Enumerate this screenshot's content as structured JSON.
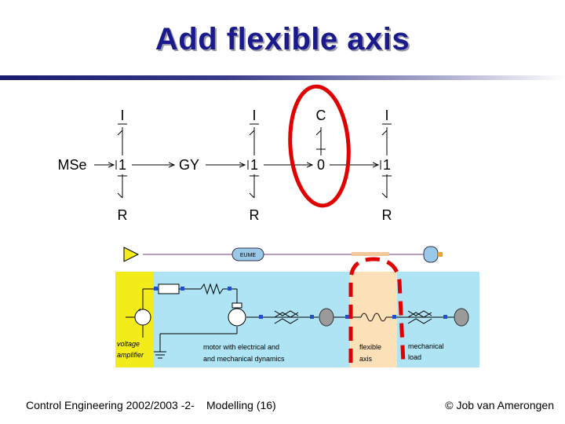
{
  "slide": {
    "title": "Add flexible axis"
  },
  "bond_graph": {
    "mse": "MSe",
    "junction1": "1",
    "gy": "GY",
    "zero_junction": "0",
    "inertia": "I",
    "resistance": "R",
    "compliance": "C"
  },
  "iconic_diagram": {
    "amplifier_label": [
      "voltage",
      "amplifier"
    ],
    "motor_label": [
      "motor with electrical and",
      "and mechanical dynamics"
    ],
    "flexible_axis_label": [
      "flexible",
      "axis"
    ],
    "load_label": [
      "mechanical",
      "load"
    ],
    "eume_label": "EUME"
  },
  "footer": {
    "left": "Control Engineering 2002/2003 -2-",
    "center": "Modelling  (16)",
    "right": "© Job van Amerongen"
  },
  "colors": {
    "title": "#1a1a8c",
    "highlight": "#e00000",
    "panel_cyan": "#aee4f4",
    "panel_yellow": "#f4ec1a",
    "panel_orange": "#fce0b8"
  }
}
